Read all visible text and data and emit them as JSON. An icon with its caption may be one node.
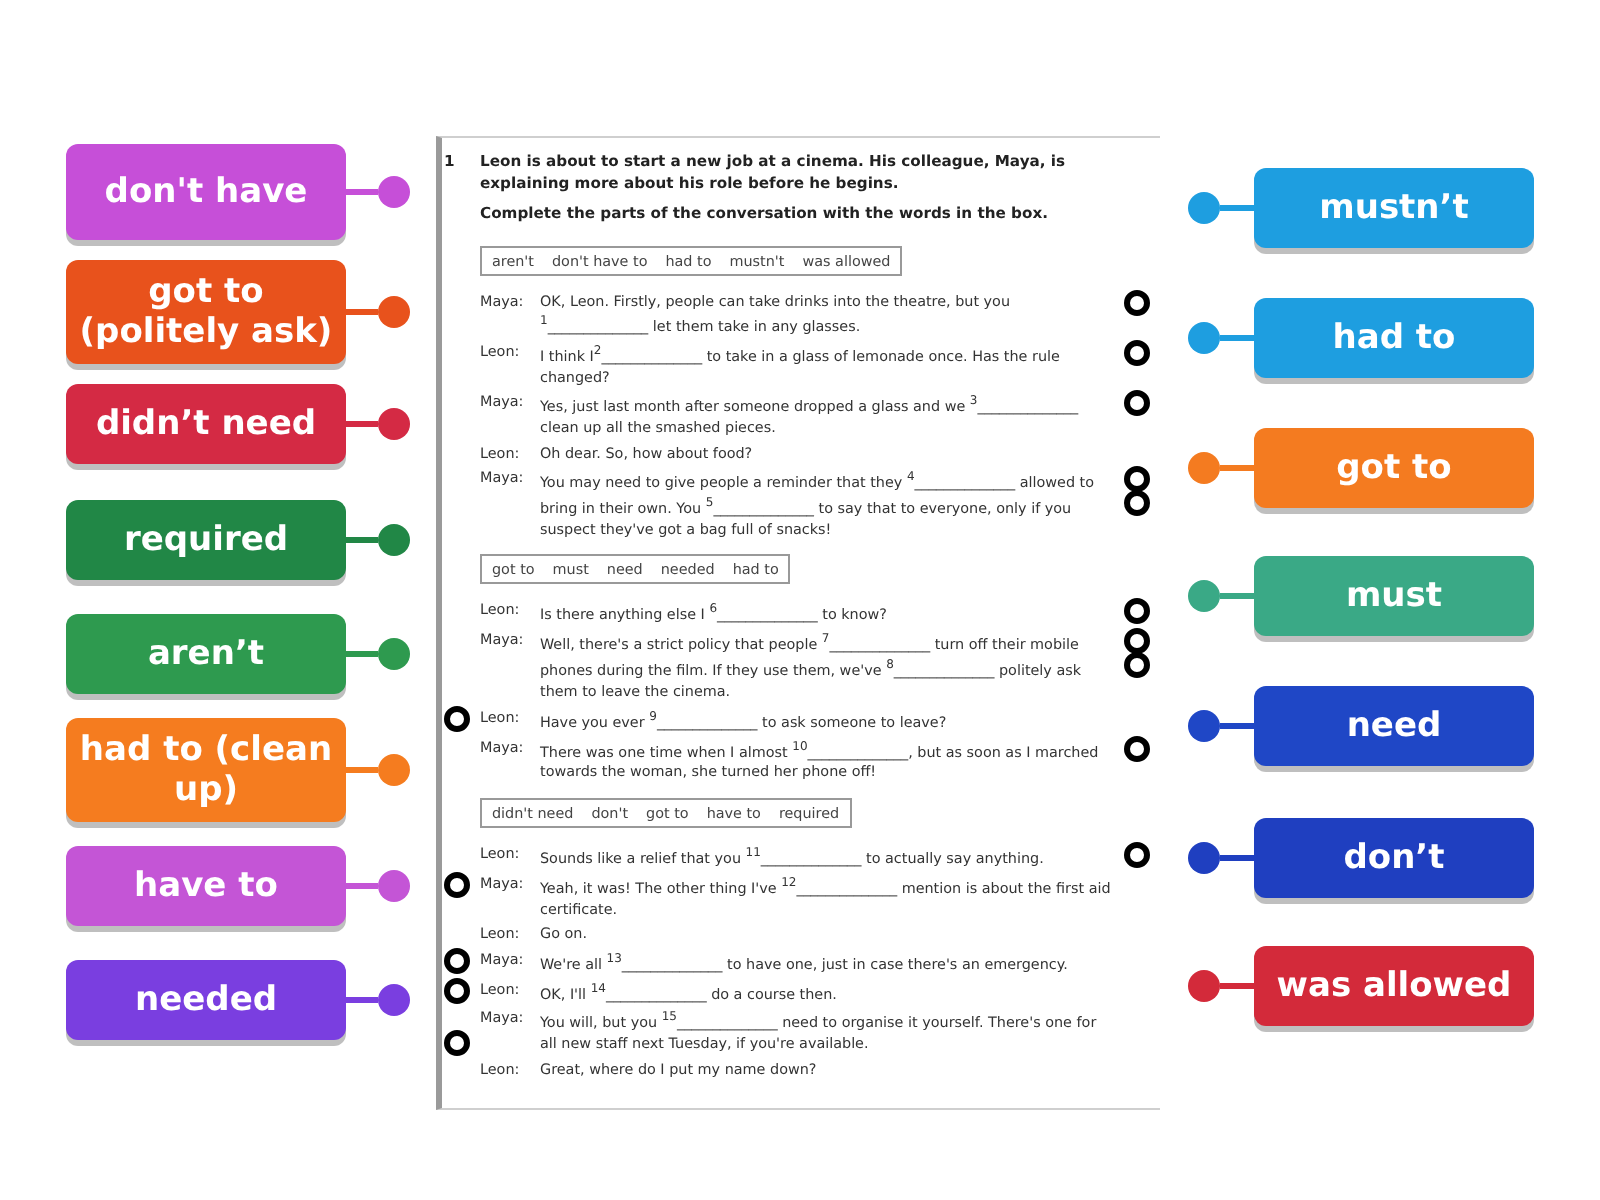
{
  "diagram": {
    "nodes": [
      {
        "text": [
          "aren't",
          "don't have to",
          "had to",
          "mustn't",
          "was allowed"
        ]
      },
      {
        "text": [
          "got to",
          "must",
          "need",
          "needed",
          "had to"
        ]
      },
      {
        "text": [
          "didn't need",
          "don't",
          "got to",
          "have to",
          "required"
        ]
      },
      {
        "text": [
          "don't have"
        ]
      },
      {
        "text": [
          "got to (politely ask)"
        ]
      },
      {
        "text": [
          "didn’t need"
        ]
      },
      {
        "text": [
          "required"
        ]
      },
      {
        "text": [
          "aren’t"
        ]
      },
      {
        "text": [
          "had to (clean up)"
        ]
      },
      {
        "text": [
          "have to"
        ]
      },
      {
        "text": [
          "needed"
        ]
      },
      {
        "text": [
          "mustn’t"
        ]
      },
      {
        "text": [
          "had to"
        ]
      },
      {
        "text": [
          "got to"
        ]
      },
      {
        "text": [
          "must"
        ]
      },
      {
        "text": [
          "need"
        ]
      },
      {
        "text": [
          "don’t"
        ]
      },
      {
        "text": [
          "was allowed"
        ]
      },
      {
        "text": [],
        "shape": "circle"
      },
      {
        "text": [],
        "shape": "circle"
      },
      {
        "text": [],
        "shape": "circle"
      },
      {
        "text": [],
        "shape": "circle"
      },
      {
        "text": [],
        "shape": "circle"
      },
      {
        "text": [],
        "shape": "circle"
      },
      {
        "text": [],
        "shape": "circle"
      },
      {
        "text": [],
        "shape": "circle"
      },
      {
        "text": [],
        "shape": "circle"
      },
      {
        "text": [],
        "shape": "circle"
      },
      {
        "text": [],
        "shape": "circle"
      },
      {
        "text": [],
        "shape": "circle"
      },
      {
        "text": [],
        "shape": "circle"
      },
      {
        "text": [],
        "shape": "circle"
      },
      {
        "text": [],
        "shape": "circle"
      },
      {
        "text": [],
        "shape": "circle"
      },
      {
        "text": [],
        "shape": "circle"
      },
      {
        "text": [],
        "shape": "circle"
      },
      {
        "text": [],
        "shape": "circle"
      },
      {
        "text": [],
        "shape": "circle"
      },
      {
        "text": [],
        "shape": "circle"
      },
      {
        "text": [],
        "shape": "circle"
      },
      {
        "text": [],
        "shape": "circle"
      },
      {
        "text": [],
        "shape": "circle"
      },
      {
        "text": [],
        "shape": "circle"
      },
      {
        "text": [],
        "shape": "circle"
      },
      {
        "text": [],
        "shape": "circle"
      },
      {
        "text": [],
        "shape": "circle"
      },
      {
        "text": [],
        "shape": "circle"
      },
      {
        "text": [],
        "shape": "circle"
      }
    ],
    "edges": [
      {
        "from": 3,
        "to": 18,
        "arrow": "none",
        "color": "#c64fd8"
      },
      {
        "from": 4,
        "to": 19,
        "arrow": "none",
        "color": "#e8521c"
      },
      {
        "from": 5,
        "to": 20,
        "arrow": "none",
        "color": "#d42a44"
      },
      {
        "from": 6,
        "to": 21,
        "arrow": "none",
        "color": "#218746"
      },
      {
        "from": 7,
        "to": 22,
        "arrow": "none",
        "color": "#2e9a4f"
      },
      {
        "from": 8,
        "to": 23,
        "arrow": "none",
        "color": "#f57c1f"
      },
      {
        "from": 9,
        "to": 24,
        "arrow": "none",
        "color": "#c455d6"
      },
      {
        "from": 10,
        "to": 25,
        "arrow": "none",
        "color": "#7a3ee0"
      },
      {
        "from": 11,
        "to": 26,
        "arrow": "none",
        "color": "#1e9ee0"
      },
      {
        "from": 12,
        "to": 27,
        "arrow": "none",
        "color": "#1e9ee0"
      },
      {
        "from": 13,
        "to": 28,
        "arrow": "none",
        "color": "#f47b20"
      },
      {
        "from": 14,
        "to": 29,
        "arrow": "none",
        "color": "#3aa986"
      },
      {
        "from": 15,
        "to": 30,
        "arrow": "none",
        "color": "#1f47c6"
      },
      {
        "from": 16,
        "to": 31,
        "arrow": "none",
        "color": "#1f3fc0"
      },
      {
        "from": 17,
        "to": 32,
        "arrow": "none",
        "color": "#d32a3a"
      }
    ],
    "labels": [
      "1",
      "Leon is about to start a new job at a cinema. His colleague, Maya, is explaining more about his role before he begins.",
      "Complete the parts of the conversation with the words in the box.",
      "Maya:",
      "OK, Leon. Firstly, people can take drinks into the theatre, but you $^{1}$______________ let them take in any glasses.",
      "Leon:",
      "I think I$^{2}$______________ to take in a glass of lemonade once. Has the rule changed?",
      "Maya:",
      "Yes, just last month after someone dropped a glass and we $^{3}$______________ clean up all the smashed pieces.",
      "Leon:",
      "Oh dear. So, how about food?",
      "Maya:",
      "You may need to give people a reminder that they $^{4}$______________ allowed to bring in their own. You $^{5}$______________ to say that to everyone, only if you suspect they've got a bag full of snacks!",
      "Leon:",
      "Is there anything else I $^{6}$______________ to know?",
      "Maya:",
      "Well, there's a strict policy that people $^{7}$______________ turn off their mobile phones during the film. If they use them, we've $^{8}$______________ politely ask them to leave the cinema.",
      "Leon:",
      "Have you ever $^{9}$______________ to ask someone to leave?",
      "Maya:",
      "There was one time when I almost $^{10}$______________, but as soon as I marched towards the woman, she turned her phone off!",
      "Leon:",
      "Sounds like a relief that you $^{11}$______________ to actually say anything.",
      "Maya:",
      "Yeah, it was! The other thing I've $^{12}$______________ mention is about the first aid certificate.",
      "Leon:",
      "Go on.",
      "Maya:",
      "We're all $^{13}$______________ to have one, just in case there's an emergency.",
      "Leon:",
      "OK, I'll $^{14}$______________ do a course then.",
      "Maya:",
      "You will, but you $^{15}$______________ need to organise it yourself. There's one for all new staff next Tuesday, if you're available.",
      "Leon:",
      "Great, where do I put my name down?"
    ]
  }
}
